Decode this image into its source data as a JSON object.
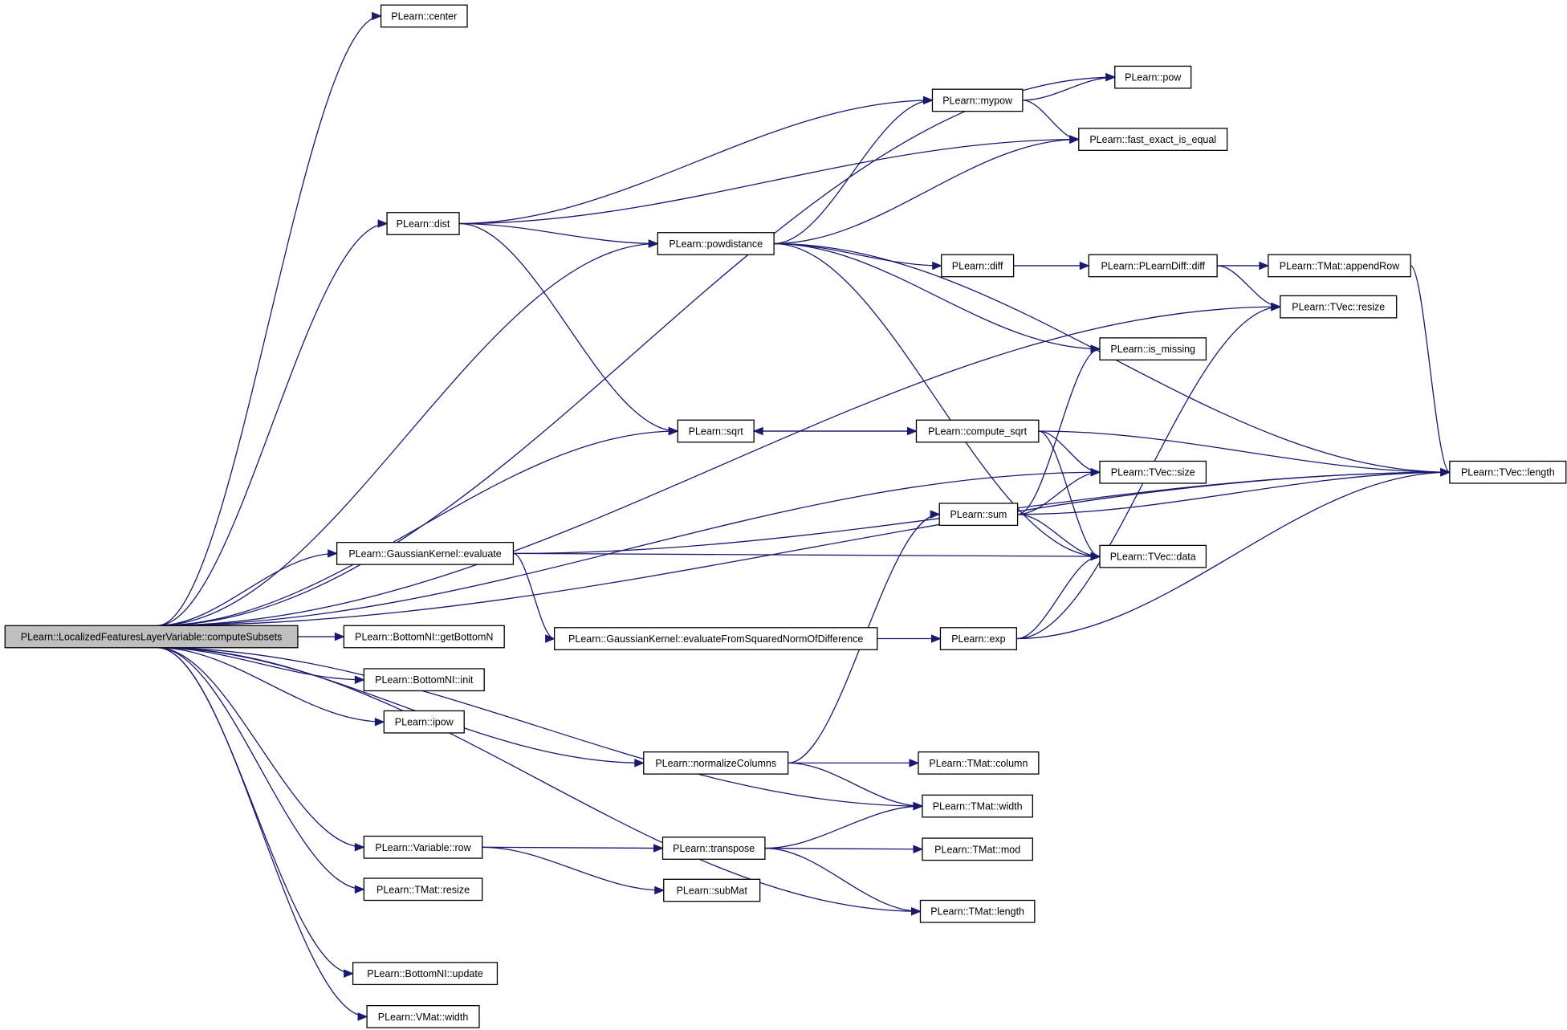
{
  "colors": {
    "edge": "#191970",
    "node_border": "#000000",
    "root_fill": "#bfbfbf",
    "node_fill": "#ffffff"
  },
  "nodes": [
    {
      "id": "computeSubsets",
      "label": "PLearn::LocalizedFeaturesLayerVariable::computeSubsets",
      "root": true
    },
    {
      "id": "center",
      "label": "PLearn::center"
    },
    {
      "id": "pow",
      "label": "PLearn::pow"
    },
    {
      "id": "mypow",
      "label": "PLearn::mypow"
    },
    {
      "id": "fast_exact",
      "label": "PLearn::fast_exact_is_equal"
    },
    {
      "id": "dist",
      "label": "PLearn::dist"
    },
    {
      "id": "powdistance",
      "label": "PLearn::powdistance"
    },
    {
      "id": "diff",
      "label": "PLearn::diff"
    },
    {
      "id": "pldiff",
      "label": "PLearn::PLearnDiff::diff"
    },
    {
      "id": "appendRow",
      "label": "PLearn::TMat::appendRow"
    },
    {
      "id": "tvec_resize",
      "label": "PLearn::TVec::resize"
    },
    {
      "id": "is_missing",
      "label": "PLearn::is_missing"
    },
    {
      "id": "sqrt",
      "label": "PLearn::sqrt"
    },
    {
      "id": "compute_sqrt",
      "label": "PLearn::compute_sqrt"
    },
    {
      "id": "tvec_size",
      "label": "PLearn::TVec::size"
    },
    {
      "id": "tvec_length",
      "label": "PLearn::TVec::length"
    },
    {
      "id": "sum",
      "label": "PLearn::sum"
    },
    {
      "id": "tvec_data",
      "label": "PLearn::TVec::data"
    },
    {
      "id": "gk_evaluate",
      "label": "PLearn::GaussianKernel::evaluate"
    },
    {
      "id": "gk_evalfrom",
      "label": "PLearn::GaussianKernel::evaluateFromSquaredNormOfDifference"
    },
    {
      "id": "exp",
      "label": "PLearn::exp"
    },
    {
      "id": "getBottomN",
      "label": "PLearn::BottomNI::getBottomN"
    },
    {
      "id": "bni_init",
      "label": "PLearn::BottomNI::init"
    },
    {
      "id": "ipow",
      "label": "PLearn::ipow"
    },
    {
      "id": "normalizeColumns",
      "label": "PLearn::normalizeColumns"
    },
    {
      "id": "tmat_column",
      "label": "PLearn::TMat::column"
    },
    {
      "id": "tmat_width",
      "label": "PLearn::TMat::width"
    },
    {
      "id": "var_row",
      "label": "PLearn::Variable::row"
    },
    {
      "id": "transpose",
      "label": "PLearn::transpose"
    },
    {
      "id": "tmat_mod",
      "label": "PLearn::TMat::mod"
    },
    {
      "id": "tmat_resize",
      "label": "PLearn::TMat::resize"
    },
    {
      "id": "subMat",
      "label": "PLearn::subMat"
    },
    {
      "id": "tmat_length",
      "label": "PLearn::TMat::length"
    },
    {
      "id": "bni_update",
      "label": "PLearn::BottomNI::update"
    },
    {
      "id": "vmat_width",
      "label": "PLearn::VMat::width"
    }
  ],
  "edges": [
    [
      "computeSubsets",
      "center"
    ],
    [
      "computeSubsets",
      "pow"
    ],
    [
      "computeSubsets",
      "dist"
    ],
    [
      "computeSubsets",
      "powdistance"
    ],
    [
      "computeSubsets",
      "tvec_resize"
    ],
    [
      "computeSubsets",
      "sqrt"
    ],
    [
      "computeSubsets",
      "tvec_size"
    ],
    [
      "computeSubsets",
      "gk_evaluate"
    ],
    [
      "computeSubsets",
      "getBottomN"
    ],
    [
      "computeSubsets",
      "bni_init"
    ],
    [
      "computeSubsets",
      "ipow"
    ],
    [
      "computeSubsets",
      "tvec_length"
    ],
    [
      "computeSubsets",
      "normalizeColumns"
    ],
    [
      "computeSubsets",
      "tmat_width"
    ],
    [
      "computeSubsets",
      "var_row"
    ],
    [
      "computeSubsets",
      "tmat_resize"
    ],
    [
      "computeSubsets",
      "tmat_length"
    ],
    [
      "computeSubsets",
      "bni_update"
    ],
    [
      "computeSubsets",
      "vmat_width"
    ],
    [
      "dist",
      "mypow"
    ],
    [
      "dist",
      "fast_exact"
    ],
    [
      "dist",
      "powdistance"
    ],
    [
      "dist",
      "sqrt"
    ],
    [
      "mypow",
      "pow"
    ],
    [
      "mypow",
      "fast_exact"
    ],
    [
      "powdistance",
      "mypow"
    ],
    [
      "powdistance",
      "fast_exact"
    ],
    [
      "powdistance",
      "tvec_length"
    ],
    [
      "powdistance",
      "diff"
    ],
    [
      "powdistance",
      "is_missing"
    ],
    [
      "powdistance",
      "tvec_data"
    ],
    [
      "diff",
      "pldiff"
    ],
    [
      "pldiff",
      "appendRow"
    ],
    [
      "pldiff",
      "tvec_resize"
    ],
    [
      "appendRow",
      "tvec_length"
    ],
    [
      "sqrt",
      "compute_sqrt"
    ],
    [
      "compute_sqrt",
      "sqrt"
    ],
    [
      "compute_sqrt",
      "tvec_size"
    ],
    [
      "compute_sqrt",
      "tvec_length"
    ],
    [
      "compute_sqrt",
      "tvec_data"
    ],
    [
      "sum",
      "is_missing"
    ],
    [
      "sum",
      "tvec_size"
    ],
    [
      "sum",
      "tvec_length"
    ],
    [
      "sum",
      "tvec_data"
    ],
    [
      "gk_evaluate",
      "tvec_data"
    ],
    [
      "gk_evaluate",
      "gk_evalfrom"
    ],
    [
      "gk_evaluate",
      "tvec_length"
    ],
    [
      "gk_evalfrom",
      "exp"
    ],
    [
      "exp",
      "tvec_data"
    ],
    [
      "exp",
      "tvec_resize"
    ],
    [
      "exp",
      "tvec_length"
    ],
    [
      "normalizeColumns",
      "sum"
    ],
    [
      "normalizeColumns",
      "tmat_column"
    ],
    [
      "normalizeColumns",
      "tmat_width"
    ],
    [
      "var_row",
      "transpose"
    ],
    [
      "var_row",
      "subMat"
    ],
    [
      "transpose",
      "tmat_width"
    ],
    [
      "transpose",
      "tmat_mod"
    ],
    [
      "transpose",
      "tmat_length"
    ]
  ]
}
